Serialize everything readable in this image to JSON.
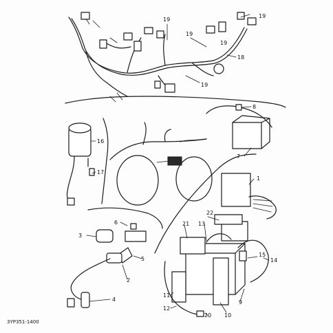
{
  "callouts": {
    "c1": "1",
    "c2": "2",
    "c3": "3",
    "c4": "4",
    "c5": "5",
    "c6": "6",
    "c7": "7",
    "c8": "8",
    "c9": "9",
    "c10": "10",
    "c11": "11",
    "c12": "12",
    "c13": "13",
    "c14": "14",
    "c15": "15",
    "c16": "16",
    "c17": "17",
    "c18": "18",
    "c19a": "19",
    "c19b": "19",
    "c19c": "19",
    "c19d": "19",
    "c19e": "19",
    "c20": "20",
    "c21": "21",
    "c22": "22"
  },
  "footer": {
    "code": "3YP351-1400"
  }
}
